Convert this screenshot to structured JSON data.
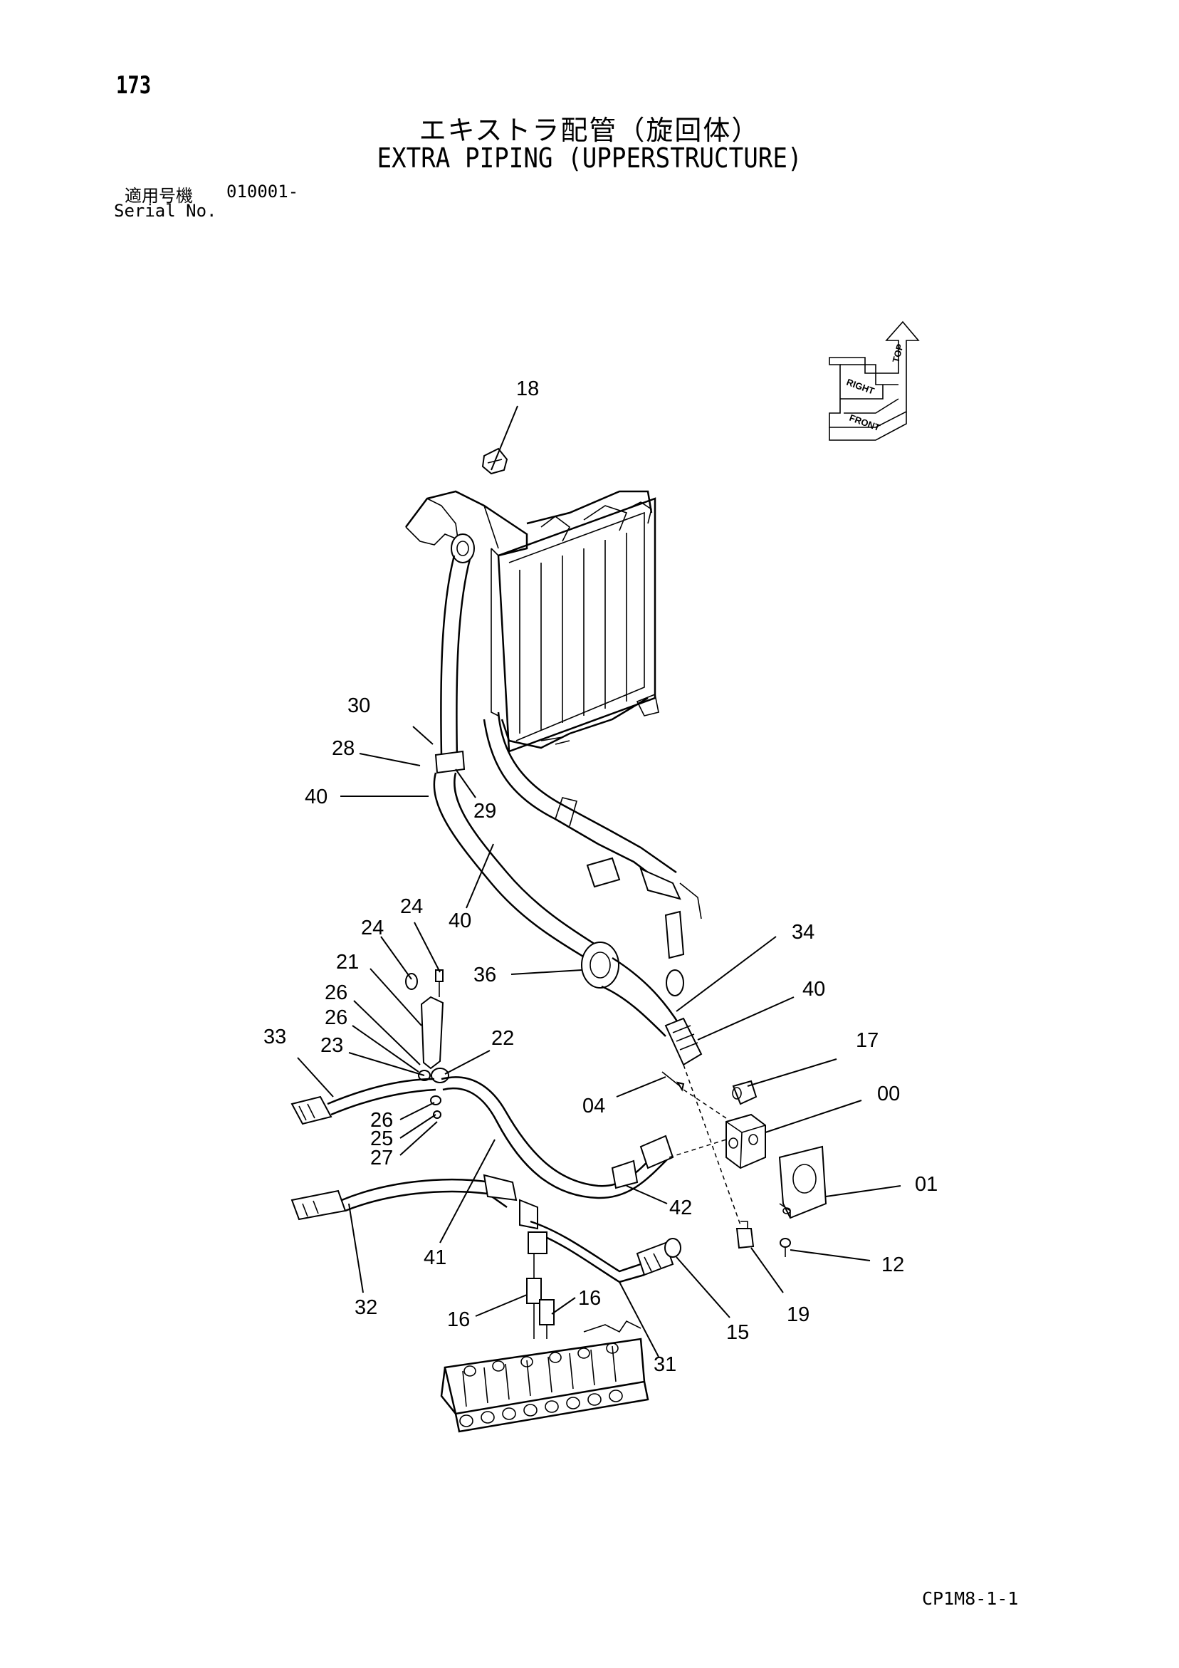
{
  "header": {
    "page_number": "173",
    "title_jp": "エキストラ配管（旋回体）",
    "title_en": "EXTRA PIPING (UPPERSTRUCTURE)",
    "serial_label_jp": "適用号機",
    "serial_range": "010001-",
    "serial_label_en": "Serial No."
  },
  "footer": {
    "code": "CP1M8-1-1"
  },
  "orientation": {
    "top": "TOP",
    "right": "RIGHT",
    "front": "FRONT"
  },
  "callouts": [
    "18",
    "30",
    "28",
    "40",
    "29",
    "40",
    "24",
    "24",
    "21",
    "26",
    "26",
    "23",
    "33",
    "22",
    "36",
    "34",
    "40",
    "17",
    "04",
    "00",
    "26",
    "25",
    "27",
    "01",
    "42",
    "41",
    "32",
    "16",
    "16",
    "15",
    "19",
    "12",
    "31"
  ]
}
